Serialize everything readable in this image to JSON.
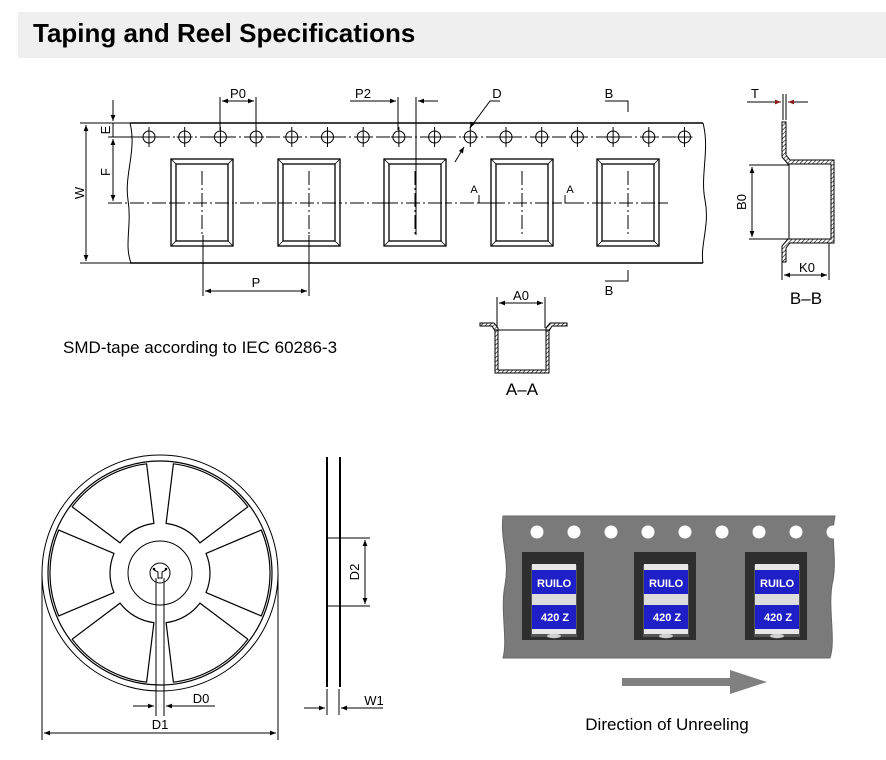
{
  "header": {
    "title": "Taping and Reel Specifications"
  },
  "tape_drawing": {
    "labels": {
      "P0": "P0",
      "P2": "P2",
      "D": "D",
      "E": "E",
      "F": "F",
      "W": "W",
      "P": "P",
      "section_a_left": "A",
      "section_a_right": "A",
      "section_b_top": "B",
      "section_b_bottom": "B"
    },
    "caption": "SMD-tape according to IEC 60286-3"
  },
  "section_aa": {
    "label_A0": "A0",
    "caption": "A–A"
  },
  "section_bb": {
    "label_T": "T",
    "label_B0": "B0",
    "label_K0": "K0",
    "caption": "B–B"
  },
  "reel_drawing": {
    "label_D0": "D0",
    "label_D1": "D1",
    "label_D2": "D2",
    "label_W1": "W1"
  },
  "photo": {
    "component_brand": "RUILO",
    "component_code": "420 Z",
    "caption": "Direction of Unreeling",
    "colors": {
      "tape": "#7a7a7a",
      "pocket": "#3c3c3c",
      "component_blue": "#1f1fc8",
      "arrow": "#808080"
    }
  }
}
